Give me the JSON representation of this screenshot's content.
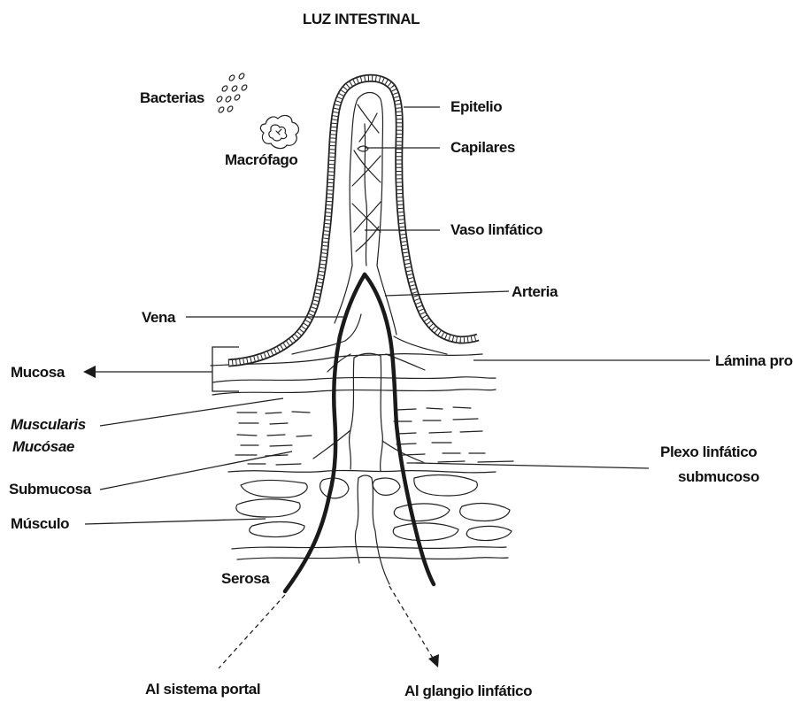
{
  "title": "LUZ INTESTINAL",
  "labels": {
    "bacterias": "Bacterias",
    "macrofago": "Macrófago",
    "epitelio": "Epitelio",
    "capilares": "Capilares",
    "vaso_linfatico": "Vaso linfático",
    "arteria": "Arteria",
    "vena": "Vena",
    "mucosa": "Mucosa",
    "lamina_propia": "Lámina propia",
    "muscularis_1": "Muscularis",
    "muscularis_2": "Mucósae",
    "plexo_1": "Plexo linfático",
    "plexo_2": "submucoso",
    "submucosa": "Submucosa",
    "musculo": "Músculo",
    "serosa": "Serosa",
    "al_sistema_portal": "Al sistema portal",
    "al_ganglio_linfatico": "Al glangio linfático"
  }
}
